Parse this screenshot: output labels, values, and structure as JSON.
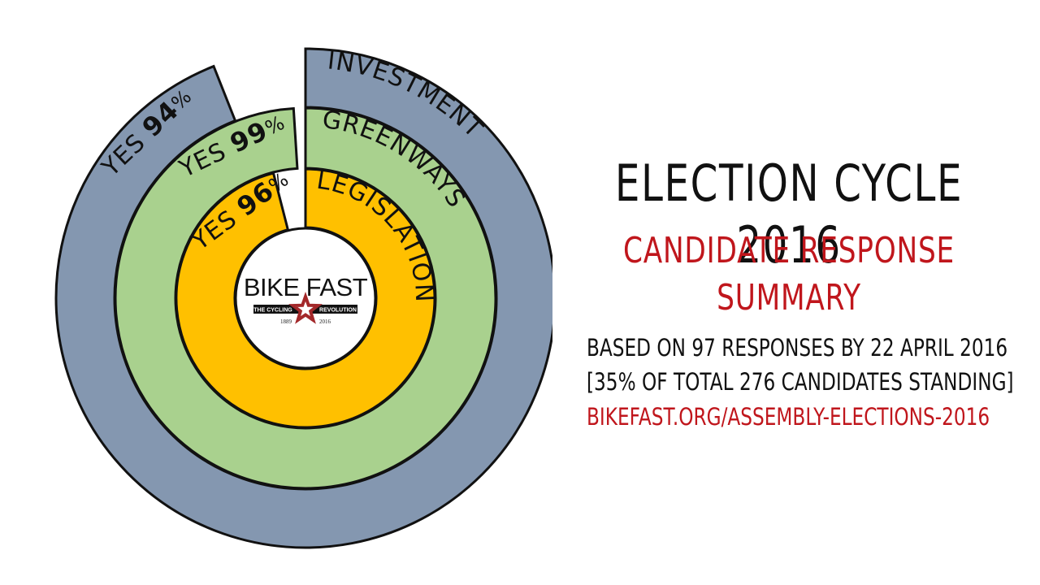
{
  "header": {
    "title": "ELECTION CYCLE 2016",
    "subtitle": "CANDIDATE RESPONSE SUMMARY",
    "subtitle_color": "#c0161c"
  },
  "info": {
    "line1": "BASED ON 97 RESPONSES BY 22 APRIL 2016",
    "line2": "[35% OF TOTAL  276 CANDIDATES STANDING]",
    "line3": "BIKEFAST.ORG/ASSEMBLY-ELECTIONS-2016",
    "link_color": "#c0161c"
  },
  "logo": {
    "name": "BIKE FAST",
    "tag_left": "THE CYCLING",
    "tag_right": "REVOLUTION",
    "year_left": "1889",
    "year_right": "2016",
    "star_color": "#a3282a"
  },
  "chart_data": {
    "type": "radial-bar",
    "series": [
      {
        "category": "INVESTMENT",
        "answer": "YES",
        "value": 94,
        "unit": "%",
        "color": "#8497b0"
      },
      {
        "category": "GREENWAYS",
        "answer": "YES",
        "value": 99,
        "unit": "%",
        "color": "#a9d18e"
      },
      {
        "category": "LEGISLATION",
        "answer": "YES",
        "value": 96,
        "unit": "%",
        "color": "#ffc000"
      }
    ]
  }
}
